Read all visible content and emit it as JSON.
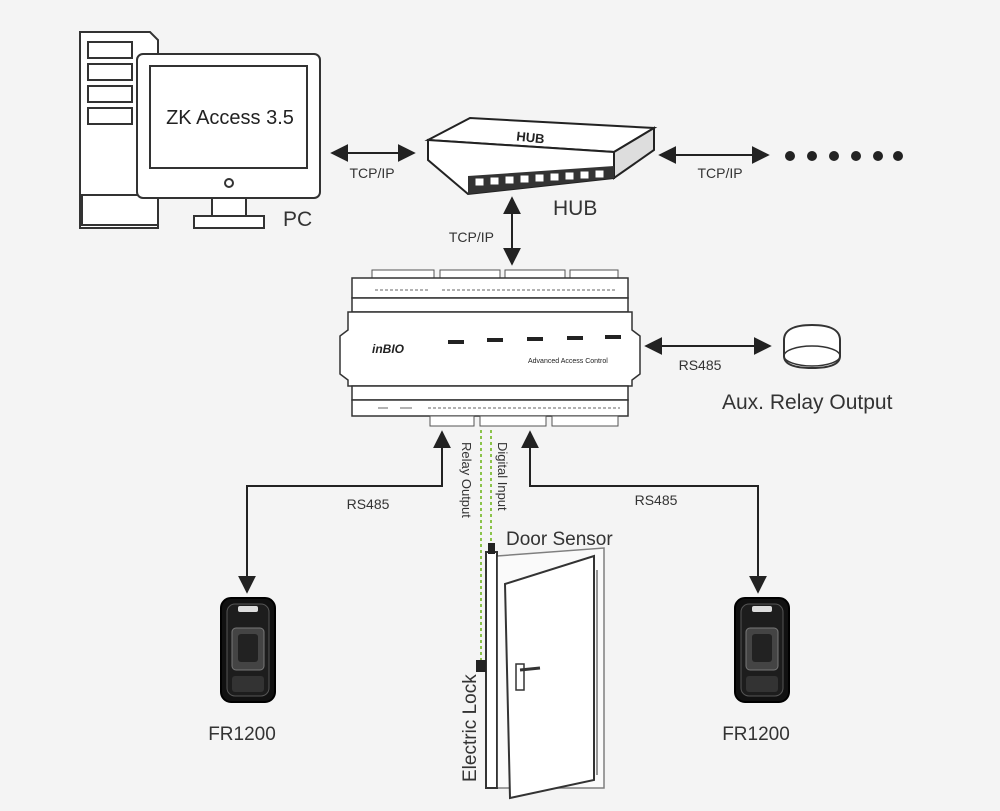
{
  "pc": {
    "screen_text": "ZK Access 3.5",
    "label": "PC"
  },
  "hub": {
    "case_text": "HUB",
    "label": "HUB"
  },
  "links": {
    "pc_hub": "TCP/IP",
    "hub_more": "TCP/IP",
    "hub_controller": "TCP/IP",
    "controller_aux": "RS485",
    "controller_reader_left": "RS485",
    "controller_reader_right": "RS485",
    "relay_output": "Relay Output",
    "digital_input": "Digital Input"
  },
  "controller": {
    "logo": "inBIO",
    "caption": "Advanced Access Control"
  },
  "aux": {
    "label": "Aux. Relay Output"
  },
  "door": {
    "sensor_label": "Door Sensor",
    "lock_label": "Electric Lock"
  },
  "readers": [
    {
      "label": "FR1200"
    },
    {
      "label": "FR1200"
    }
  ],
  "colors": {
    "line": "#222222",
    "dashed": "#8bc34a",
    "background": "#f4f4f4"
  }
}
